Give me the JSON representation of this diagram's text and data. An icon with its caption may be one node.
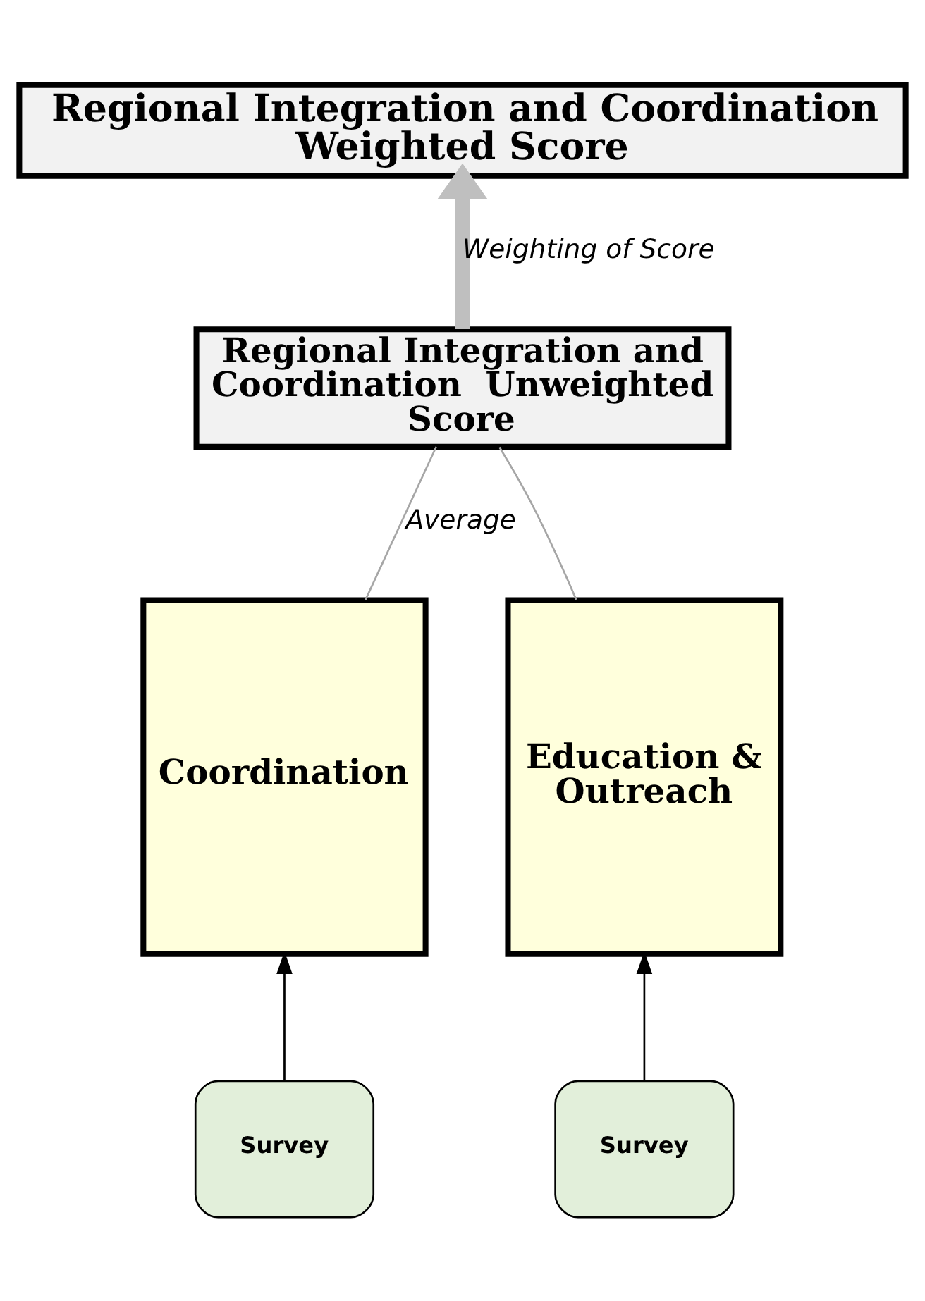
{
  "diagram": {
    "nodes": [
      {
        "text": [
          "Regional Integration and Coordination Weighted Score"
        ]
      },
      {
        "text": [
          "Regional Integration and Coordination  Unweighted Score"
        ]
      },
      {
        "text": [
          "Coordination"
        ]
      },
      {
        "text": [
          "Education & Outreach"
        ]
      },
      {
        "text": [
          "Survey"
        ]
      },
      {
        "text": [
          "Survey"
        ]
      }
    ],
    "edges": [
      {
        "from": 1,
        "to": 0,
        "arrow": "to",
        "label": "Weighting of Score",
        "style": "thick",
        "color": "#bfbfbf"
      },
      {
        "from": 2,
        "to": 1,
        "arrow": "none",
        "label": "Average",
        "color": "#a6a6a6"
      },
      {
        "from": 3,
        "to": 1,
        "arrow": "none",
        "color": "#a6a6a6"
      },
      {
        "from": 4,
        "to": 2,
        "arrow": "to",
        "color": "#000000"
      },
      {
        "from": 5,
        "to": 3,
        "arrow": "to",
        "color": "#000000"
      }
    ]
  }
}
